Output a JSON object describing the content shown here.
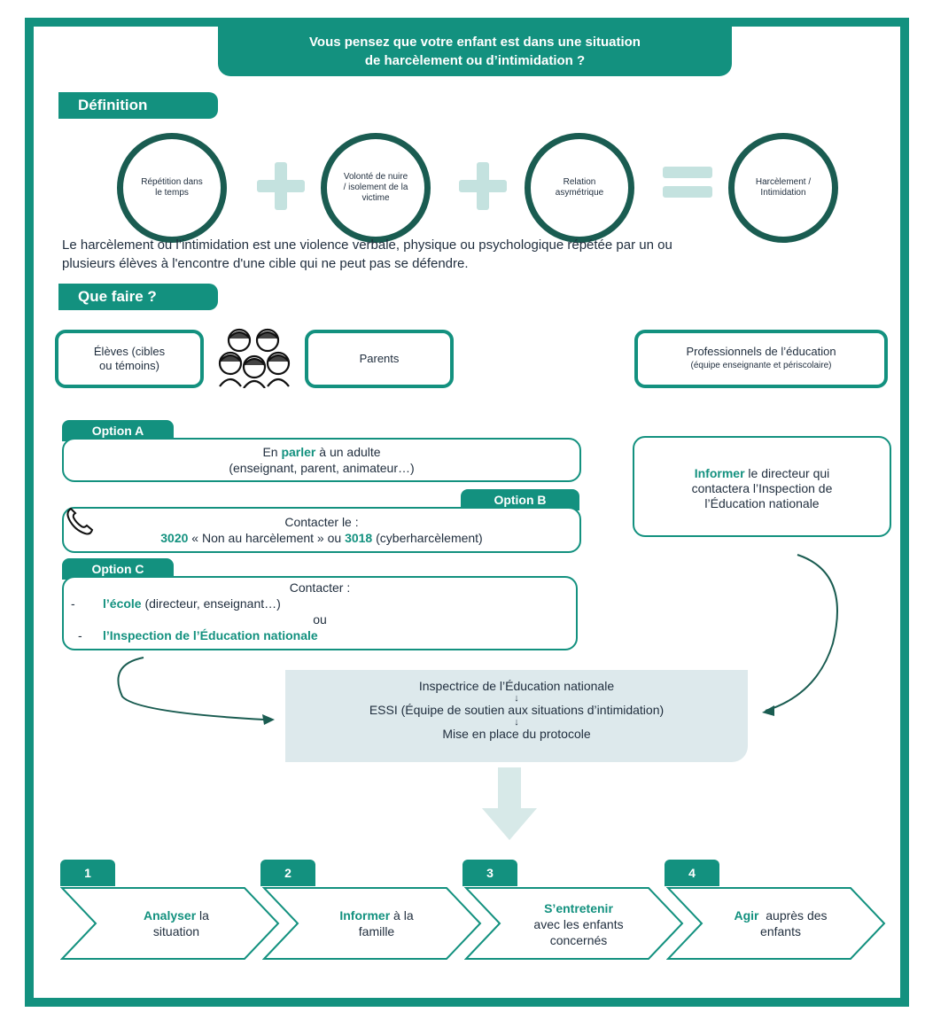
{
  "header": {
    "line1": "Vous pensez que votre enfant est dans une situation",
    "line2": "de harcèlement ou d’intimidation ?"
  },
  "definition": {
    "tab_label": "Définition",
    "circles": [
      {
        "label": "Répétition dans le temps"
      },
      {
        "label": "Volonté de nuire / isolement de la victime"
      },
      {
        "label": "Relation asymétrique"
      },
      {
        "label": "Harcèlement / Intimidation"
      }
    ],
    "text_line1": "Le harcèlement ou l’intimidation est une violence verbale, physique ou psychologique répétée par un ou",
    "text_line2": "plusieurs élèves à l'encontre d'une cible qui ne peut pas se défendre."
  },
  "que_faire": {
    "tab_label": "Que faire ?",
    "eleves_line1": "Élèves (cibles",
    "eleves_line2": "ou témoins)",
    "parents": "Parents",
    "pros_line1": "Professionnels de l’éducation",
    "pros_line2": "(équipe enseignante et périscolaire)",
    "children_icon": "children-group-icon"
  },
  "option_a": {
    "tab": "Option A",
    "pre": "En ",
    "highlight": "parler",
    "post": " à un adulte",
    "line2": "(enseignant, parent, animateur…)"
  },
  "option_b": {
    "tab": "Option B",
    "line1": "Contacter le :",
    "num1": "3020",
    "mid": " « Non au harcèlement » ou ",
    "num2": "3018",
    "post": " (cyberharcèlement)",
    "phone_icon": "phone-icon"
  },
  "option_c": {
    "tab": "Option C",
    "line1": "Contacter :",
    "item1_dash": "-",
    "item1_highlight": "l’école",
    "item1_rest": " (directeur, enseignant…)",
    "ou": "ou",
    "item2_dash": "-",
    "item2_highlight": "l’Inspection de l’Éducation nationale"
  },
  "pro_action": {
    "highlight": "Informer",
    "line1_rest": " le directeur qui",
    "line2": "contactera l’Inspection de",
    "line3": "l’Éducation nationale"
  },
  "inspection": {
    "line1": "Inspectrice de l’Éducation nationale",
    "arrow1": "↓",
    "line2": "ESSI (Équipe de soutien aux situations d’intimidation)",
    "arrow2": "↓",
    "line3": "Mise en place du protocole"
  },
  "steps": [
    {
      "num": "1",
      "highlight": "Analyser",
      "rest1": " la",
      "rest2": "situation",
      "rest3": ""
    },
    {
      "num": "2",
      "highlight": "Informer",
      "rest1": " à la",
      "rest2": "famille",
      "rest3": ""
    },
    {
      "num": "3",
      "highlight": "S’entretenir",
      "rest1": "",
      "rest2": "avec les enfants",
      "rest3": "concernés"
    },
    {
      "num": "4",
      "highlight": "Agir",
      "rest1": "  auprès des",
      "rest2": "enfants",
      "rest3": ""
    }
  ],
  "colors": {
    "teal": "#13917f",
    "dark_green": "#1a5c51",
    "light_teal": "#c4e2df",
    "inspect_bg": "#dde9ec",
    "arrow_light": "#d7e9e8"
  }
}
